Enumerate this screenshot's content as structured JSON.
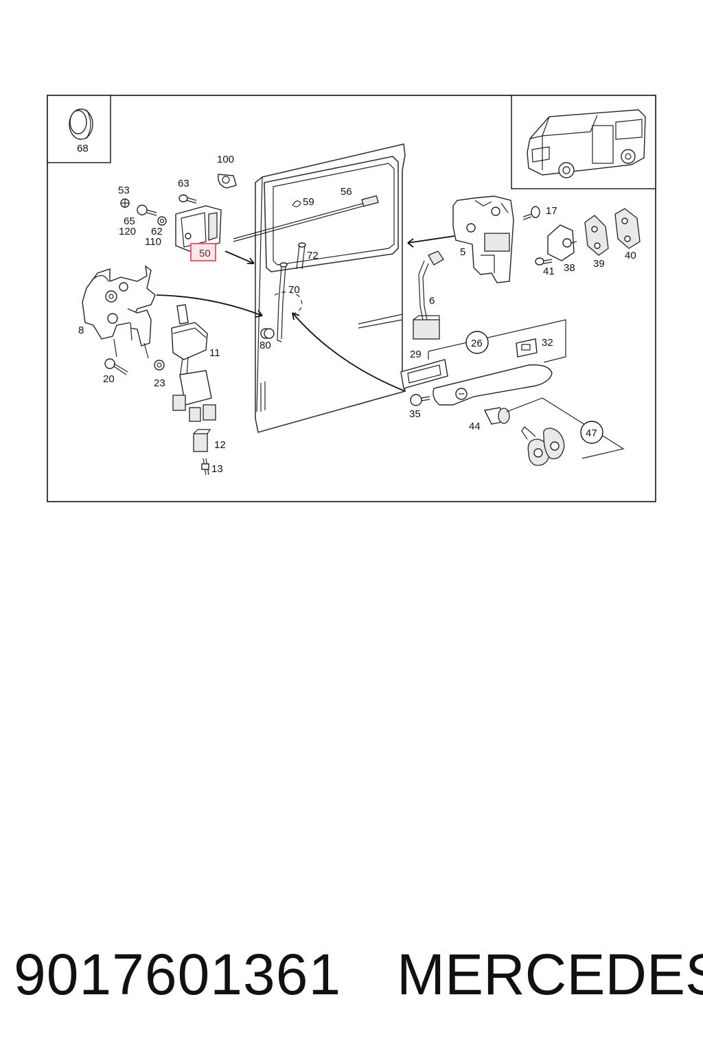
{
  "diagram": {
    "labels": {
      "l68": "68",
      "l100": "100",
      "l53": "53",
      "l63": "63",
      "l65": "65",
      "l120": "120",
      "l62": "62",
      "l110": "110",
      "l50": "50",
      "l59": "59",
      "l56": "56",
      "l72": "72",
      "l70": "70",
      "l80": "80",
      "l5": "5",
      "l17": "17",
      "l38": "38",
      "l39": "39",
      "l40": "40",
      "l41": "41",
      "l6": "6",
      "l26": "26",
      "l32": "32",
      "l29": "29",
      "l35": "35",
      "l44": "44",
      "l47": "47",
      "l8": "8",
      "l11": "11",
      "l20": "20",
      "l23": "23",
      "l12": "12",
      "l13": "13"
    },
    "highlight_color": "#e05060"
  },
  "footer": {
    "part_number": "9017601361",
    "brand": "MERCEDES"
  }
}
